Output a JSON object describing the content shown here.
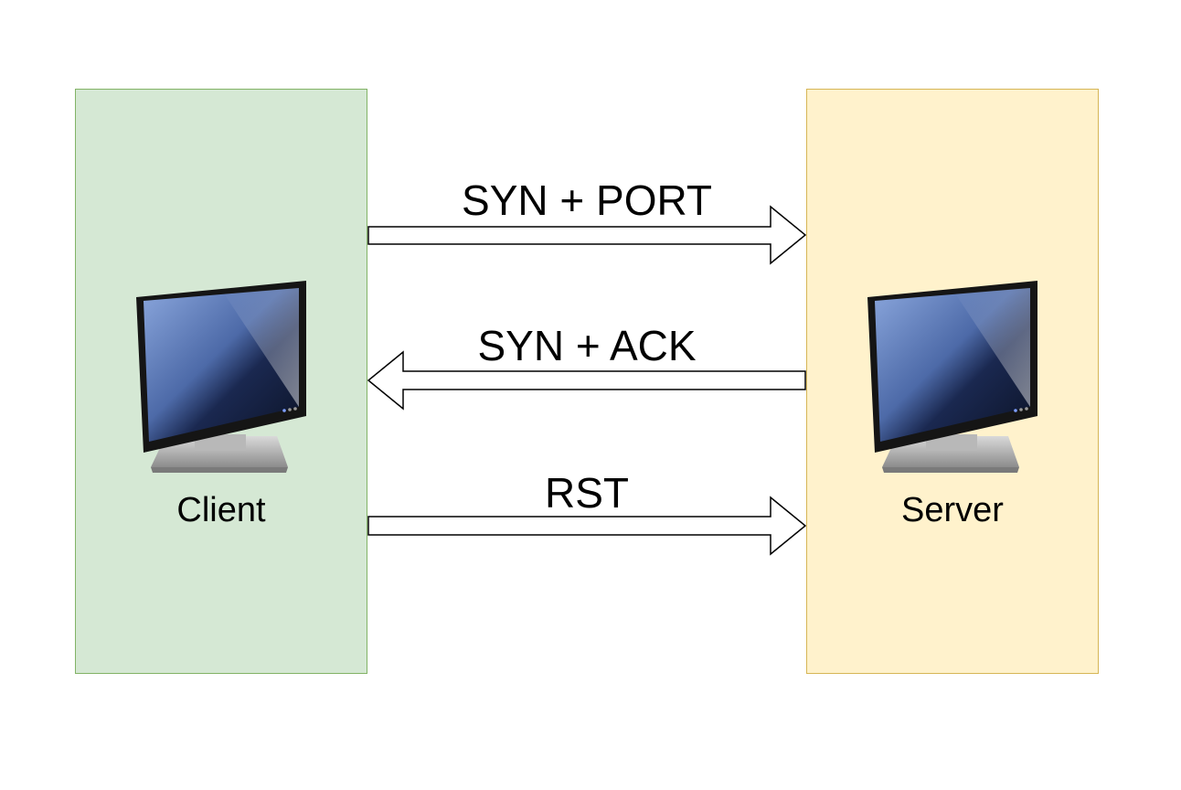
{
  "colors": {
    "client_fill": "#d5e8d4",
    "client_border": "#82b366",
    "server_fill": "#fff2cc",
    "server_border": "#d6b656",
    "arrow_fill": "#ffffff",
    "arrow_stroke": "#000000"
  },
  "client": {
    "label": "Client",
    "icon": "desktop-monitor-icon"
  },
  "server": {
    "label": "Server",
    "icon": "desktop-monitor-icon"
  },
  "messages": [
    {
      "label": "SYN + PORT",
      "direction": "client-to-server"
    },
    {
      "label": "SYN + ACK",
      "direction": "server-to-client"
    },
    {
      "label": "RST",
      "direction": "client-to-server"
    }
  ]
}
